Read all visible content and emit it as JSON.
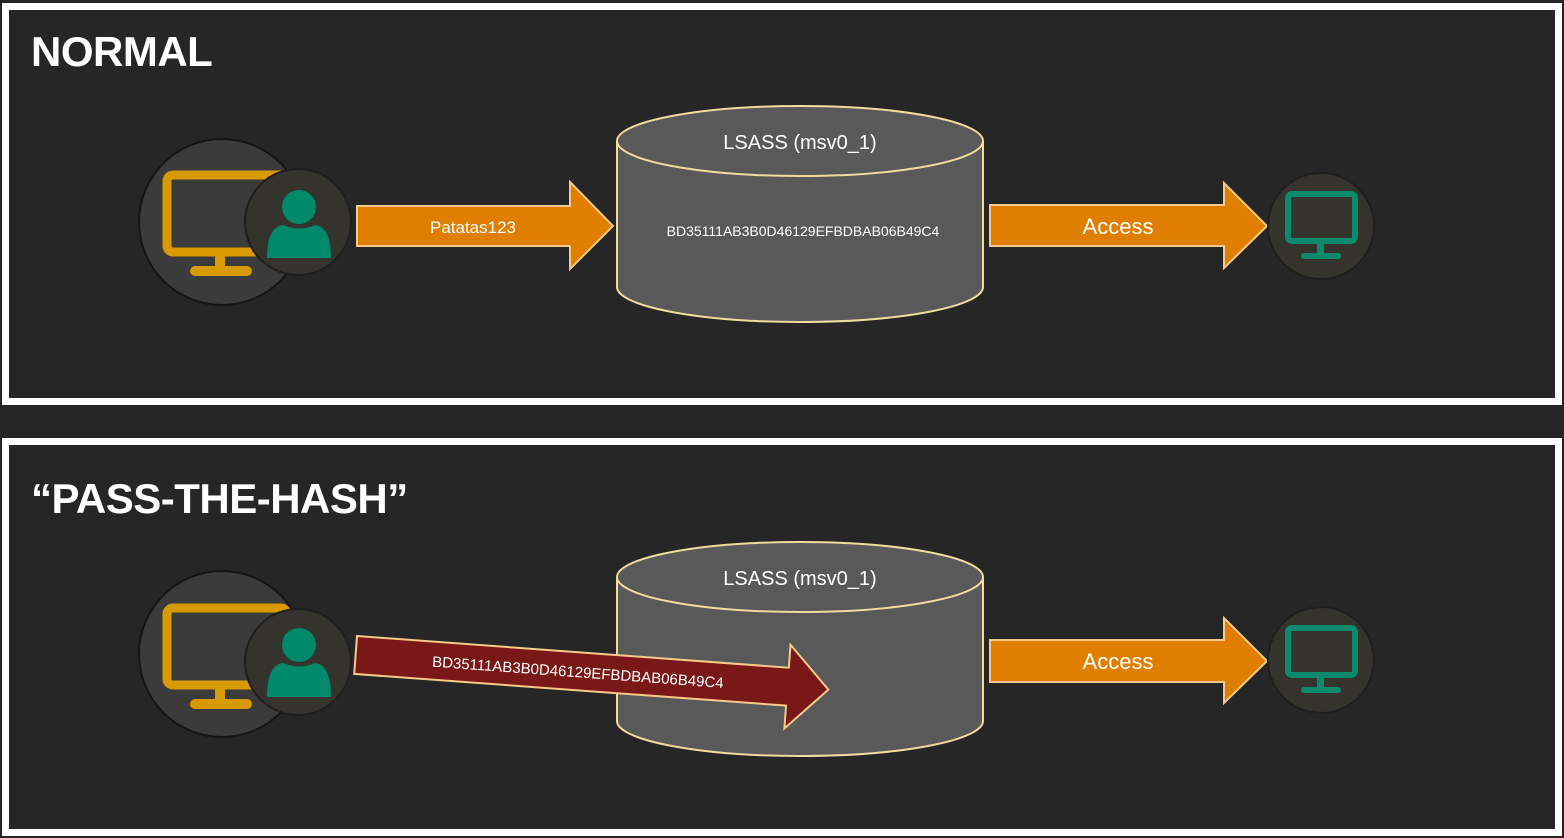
{
  "colors": {
    "background": "#262626",
    "frame": "#ffffff",
    "orange_arrow": "#e07e00",
    "arrow_outline": "#f7c98a",
    "hash_arrow": "#7a1818",
    "cylinder_fill": "#595959",
    "cylinder_outline": "#f0dc9c",
    "client_monitor": "#d79a00",
    "user_green": "#008a6a",
    "target_monitor": "#0d8a6c"
  },
  "panels": [
    {
      "id": "normal",
      "title": "NORMAL",
      "client": {
        "icon": "computer-user-icon"
      },
      "input_arrow": {
        "label": "Patatas123",
        "style": "orange"
      },
      "store": {
        "title": "LSASS (msv0_1)",
        "content": "BD35111AB3B0D46129EFBDBAB06B49C4"
      },
      "output_arrow": {
        "label": "Access"
      },
      "target": {
        "icon": "monitor-icon"
      }
    },
    {
      "id": "pass-the-hash",
      "title": "“PASS-THE-HASH”",
      "client": {
        "icon": "computer-user-icon"
      },
      "input_arrow": {
        "label": "BD35111AB3B0D46129EFBDBAB06B49C4",
        "style": "dark-red"
      },
      "store": {
        "title": "LSASS (msv0_1)",
        "content": ""
      },
      "output_arrow": {
        "label": "Access"
      },
      "target": {
        "icon": "monitor-icon"
      }
    }
  ]
}
